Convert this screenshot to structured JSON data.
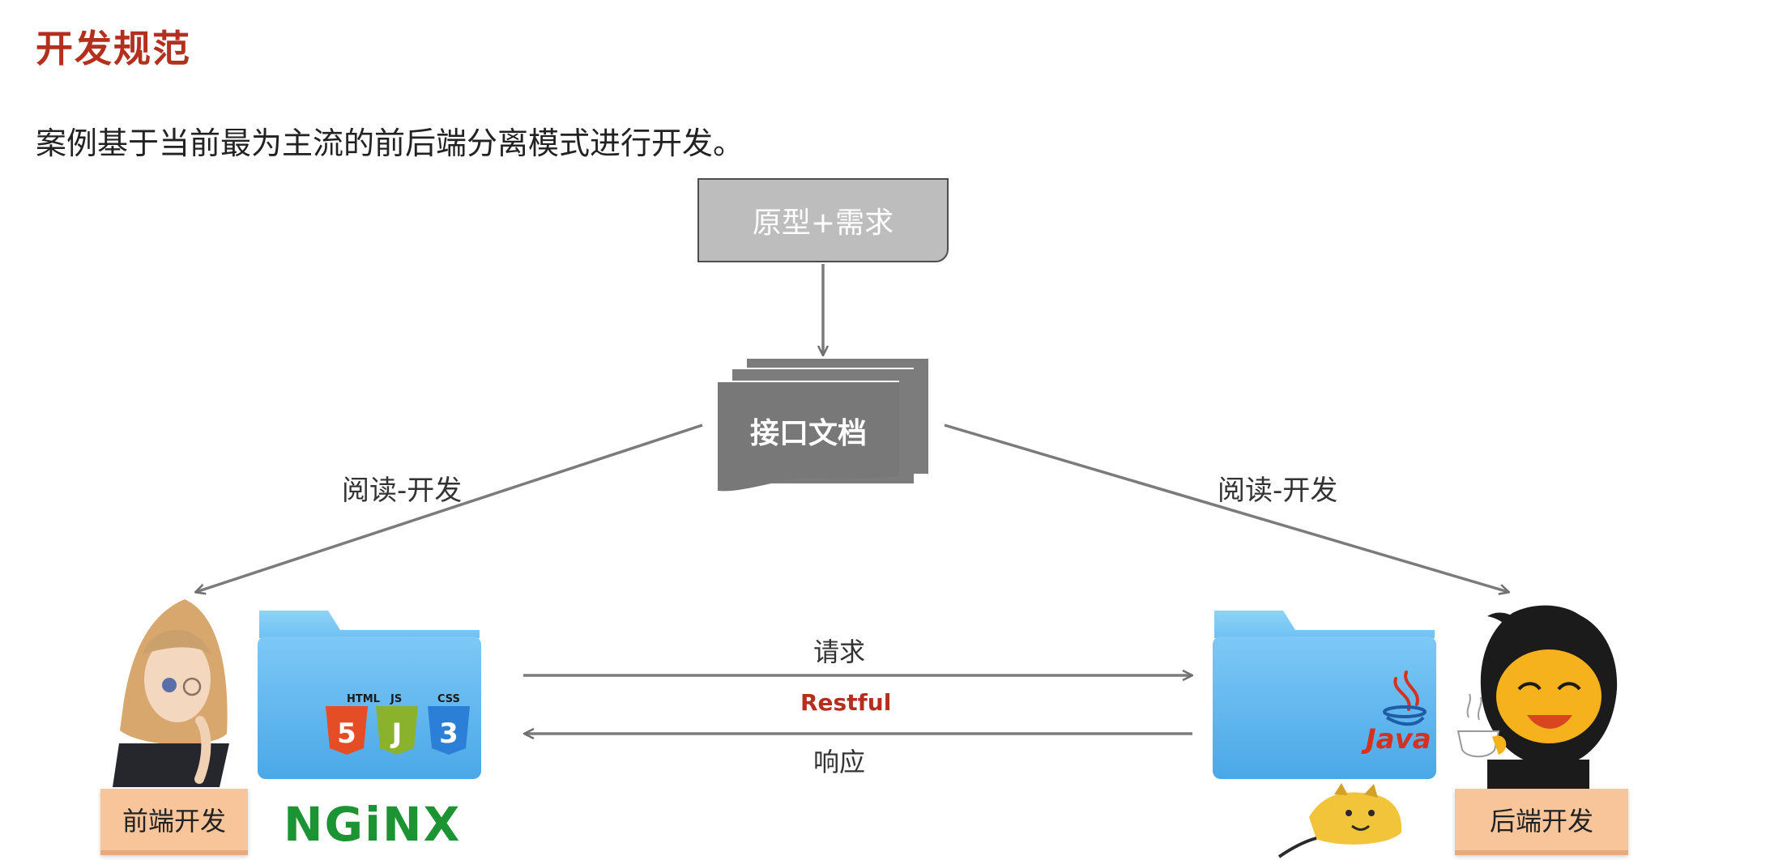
{
  "page": {
    "title": "开发规范",
    "subtitle": "案例基于当前最为主流的前后端分离模式进行开发。"
  },
  "diagram": {
    "requirement_box": "原型+需求",
    "interface_doc": "接口文档",
    "left_edge_label": "阅读-开发",
    "right_edge_label": "阅读-开发",
    "request_label": "请求",
    "protocol_label": "Restful",
    "response_label": "响应",
    "frontend_role": "前端开发",
    "backend_role": "后端开发",
    "frontend_logos": {
      "html": "HTML",
      "js": "JS",
      "css": "CSS",
      "html_num": "5",
      "js_letter": "J",
      "css_num": "3",
      "server": "NGiNX"
    },
    "backend_logos": {
      "java": "Java"
    }
  },
  "colors": {
    "title": "#b3301f",
    "requirement_fill": "#bdbdbd",
    "document_fill": "#7a7a7a",
    "folder_blue": "#5bb4ee",
    "badge_fill": "#f8c49a",
    "nginx_green": "#1d9433",
    "html_orange": "#e44d26",
    "js_green": "#8bb22d",
    "css_blue": "#2b7fd6"
  }
}
